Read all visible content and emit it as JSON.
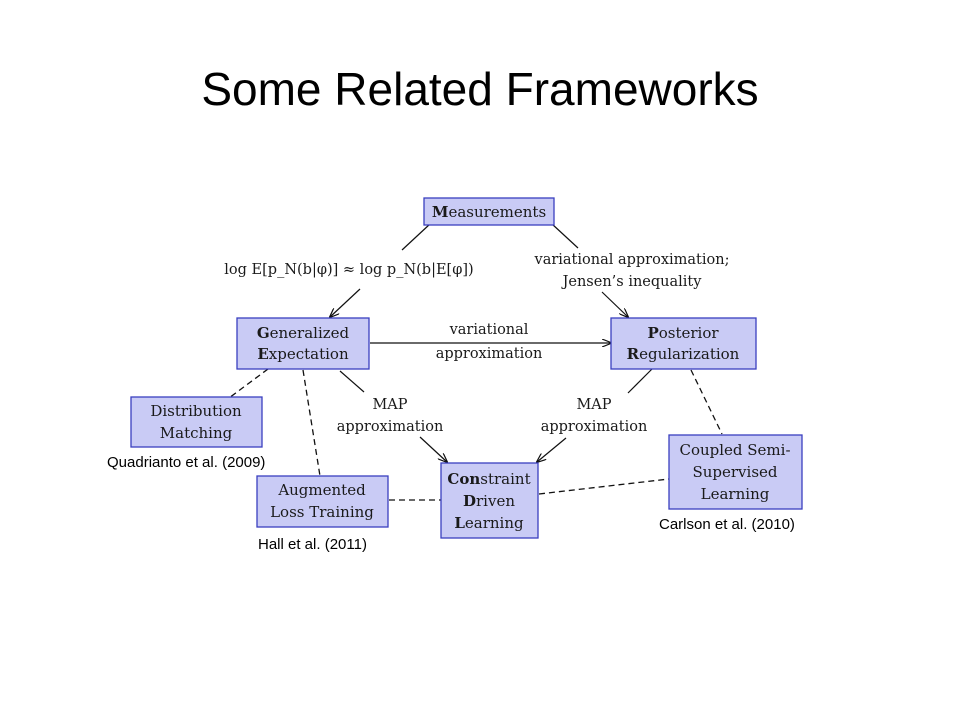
{
  "slide": {
    "title": "Some Related Frameworks"
  },
  "nodes": {
    "measurements": {
      "bold": "M",
      "rest": "easurements"
    },
    "generalized_expectation": {
      "line1_bold": "G",
      "line1_rest": "eneralized",
      "line2_bold": "E",
      "line2_rest": "xpectation"
    },
    "posterior_regularization": {
      "line1_bold": "P",
      "line1_rest": "osterior",
      "line2_bold": "R",
      "line2_rest": "egularization"
    },
    "distribution_matching": {
      "line1": "Distribution",
      "line2": "Matching"
    },
    "augmented_loss": {
      "line1": "Augmented",
      "line2": "Loss Training"
    },
    "constraint_driven": {
      "line1_bold": "Con",
      "line1_rest": "straint",
      "line2_bold": "D",
      "line2_rest": "riven",
      "line3_bold": "L",
      "line3_rest": "earning"
    },
    "coupled": {
      "line1": "Coupled Semi-",
      "line2": "Supervised",
      "line3": "Learning"
    }
  },
  "edges": {
    "measurements_to_ge": "log E[p_N(b|φ)] ≈ log p_N(b|E[φ])",
    "measurements_to_pr_line1": "variational approximation;",
    "measurements_to_pr_line2": "Jensen’s inequality",
    "ge_to_pr_line1": "variational",
    "ge_to_pr_line2": "approximation",
    "ge_to_cdl_line1": "MAP",
    "ge_to_cdl_line2": "approximation",
    "pr_to_cdl_line1": "MAP",
    "pr_to_cdl_line2": "approximation"
  },
  "citations": {
    "distribution_matching": "Quadrianto et al. (2009)",
    "augmented_loss": "Hall et al. (2011)",
    "coupled": "Carlson et al. (2010)"
  },
  "colors": {
    "node_fill": "#c9cbf5",
    "node_border": "#3a3fbf"
  }
}
